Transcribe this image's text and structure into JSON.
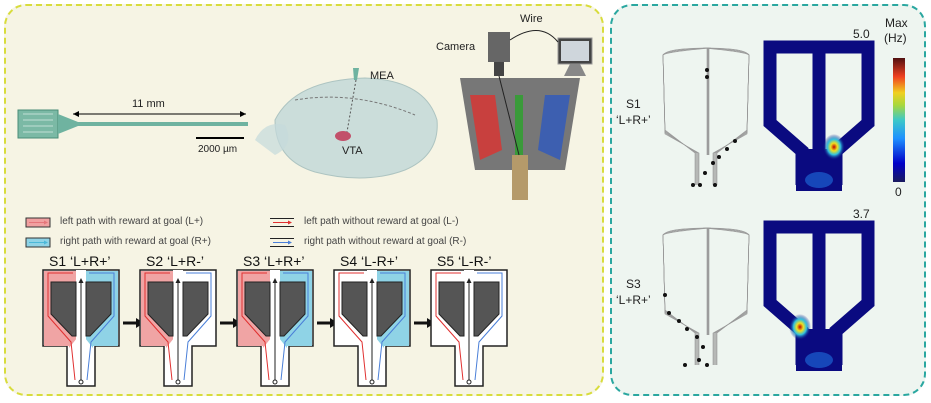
{
  "setup": {
    "probe_length_label": "11 mm",
    "scale_bar_label": "2000 µm",
    "mea_label": "MEA",
    "vta_label": "VTA",
    "camera_label": "Camera",
    "wire_label": "Wire"
  },
  "legend": [
    {
      "label": "left path with reward at goal (L+)",
      "color": "#e5757a",
      "rewarded": true
    },
    {
      "label": "right path with reward at goal (R+)",
      "color": "#4bb8d8",
      "rewarded": true
    },
    {
      "label": "left path without reward at goal (L-)",
      "color": "#e03030",
      "rewarded": false
    },
    {
      "label": "right path without reward at goal (R-)",
      "color": "#4a7fd8",
      "rewarded": false
    }
  ],
  "sessions": [
    {
      "title": "S1 ‘L+R+’",
      "left_reward": true,
      "right_reward": true
    },
    {
      "title": "S2 ‘L+R-’",
      "left_reward": true,
      "right_reward": false
    },
    {
      "title": "S3 ‘L+R+’",
      "left_reward": true,
      "right_reward": true
    },
    {
      "title": "S4 ‘L-R+’",
      "left_reward": false,
      "right_reward": true
    },
    {
      "title": "S5 ‘L-R-’",
      "left_reward": false,
      "right_reward": false
    }
  ],
  "colors": {
    "reward_left": "#f0a4a4",
    "reward_right": "#8fd3e6",
    "block": "#555555"
  },
  "firing_maps": [
    {
      "session": "S1",
      "condition": "‘L+R+’",
      "max_rate": "5.0",
      "peak_side": "right"
    },
    {
      "session": "S3",
      "condition": "‘L+R+’",
      "max_rate": "3.7",
      "peak_side": "left"
    }
  ],
  "colorbar": {
    "title_line1": "Max",
    "title_line2": "(Hz)",
    "min_label": "0"
  }
}
